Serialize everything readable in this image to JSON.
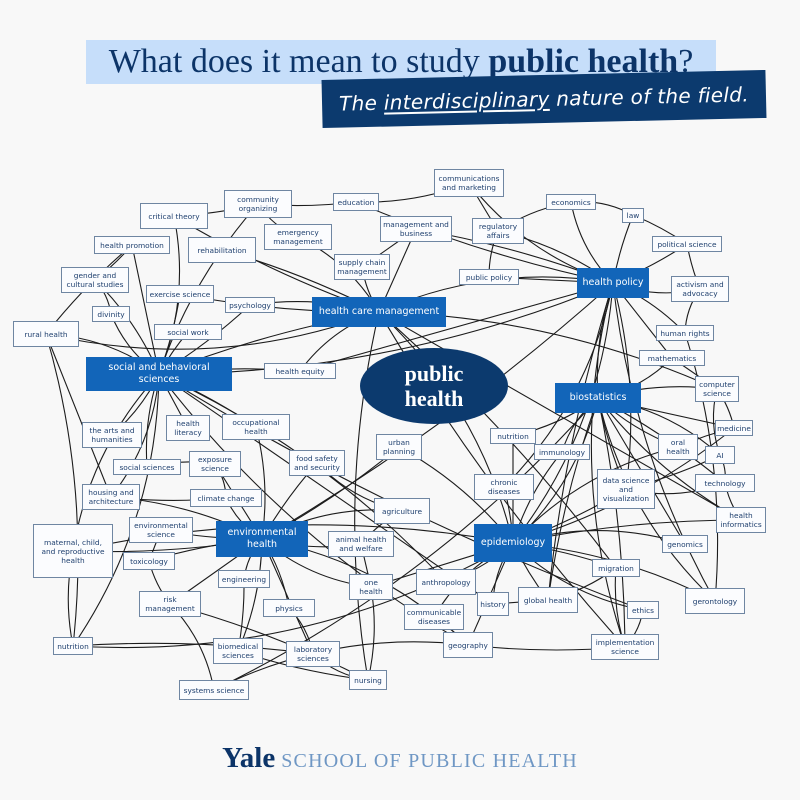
{
  "header": {
    "title_prefix": "What does it mean to study ",
    "title_bold": "public health",
    "title_suffix": "?",
    "subtitle_prefix": "The ",
    "subtitle_underlined": "interdisciplinary",
    "subtitle_suffix": " nature of the field."
  },
  "colors": {
    "title_band": "#c6defa",
    "navy": "#0c3a6e",
    "primary_node": "#1265b9",
    "node_border": "#6f86a2",
    "footer_school": "#6f97c4"
  },
  "diagram": {
    "center": {
      "id": "ph",
      "label": "public health"
    },
    "nodes": [
      {
        "id": "ct",
        "label": "critical theory"
      },
      {
        "id": "co",
        "label": "community organizing"
      },
      {
        "id": "ed",
        "label": "education"
      },
      {
        "id": "cm",
        "label": "communications and marketing"
      },
      {
        "id": "ec",
        "label": "economics"
      },
      {
        "id": "law",
        "label": "law"
      },
      {
        "id": "hpr",
        "label": "health promotion"
      },
      {
        "id": "reh",
        "label": "rehabilitation"
      },
      {
        "id": "em",
        "label": "emergency management"
      },
      {
        "id": "mb",
        "label": "management and business"
      },
      {
        "id": "ra",
        "label": "regulatory affairs"
      },
      {
        "id": "ps",
        "label": "political science"
      },
      {
        "id": "gcs",
        "label": "gender and cultural studies"
      },
      {
        "id": "scm",
        "label": "supply chain management"
      },
      {
        "id": "pp",
        "label": "public policy"
      },
      {
        "id": "hp",
        "label": "health policy",
        "primary": true
      },
      {
        "id": "aa",
        "label": "activism and advocacy"
      },
      {
        "id": "exs",
        "label": "exercise science"
      },
      {
        "id": "psy",
        "label": "psychology"
      },
      {
        "id": "div",
        "label": "divinity"
      },
      {
        "id": "hcm",
        "label": "health care management",
        "primary": true
      },
      {
        "id": "hr",
        "label": "human rights"
      },
      {
        "id": "rh",
        "label": "rural health"
      },
      {
        "id": "sw",
        "label": "social work"
      },
      {
        "id": "sbs",
        "label": "social and behavioral sciences",
        "primary": true
      },
      {
        "id": "he",
        "label": "health equity"
      },
      {
        "id": "math",
        "label": "mathematics"
      },
      {
        "id": "cs",
        "label": "computer science"
      },
      {
        "id": "bio",
        "label": "biostatistics",
        "primary": true
      },
      {
        "id": "med",
        "label": "medicine"
      },
      {
        "id": "ah",
        "label": "the arts and humanities"
      },
      {
        "id": "hl",
        "label": "health literacy"
      },
      {
        "id": "oh",
        "label": "occupational health"
      },
      {
        "id": "nut1",
        "label": "nutrition"
      },
      {
        "id": "up",
        "label": "urban planning"
      },
      {
        "id": "orh",
        "label": "oral health"
      },
      {
        "id": "ai",
        "label": "AI"
      },
      {
        "id": "imm",
        "label": "immunology"
      },
      {
        "id": "exp",
        "label": "exposure science"
      },
      {
        "id": "ss",
        "label": "social sciences"
      },
      {
        "id": "fss",
        "label": "food safety and security"
      },
      {
        "id": "cd",
        "label": "chronic diseases"
      },
      {
        "id": "dsv",
        "label": "data science and visualization"
      },
      {
        "id": "tech",
        "label": "technology"
      },
      {
        "id": "ha",
        "label": "housing and architecture"
      },
      {
        "id": "cc",
        "label": "climate change"
      },
      {
        "id": "agr",
        "label": "agriculture"
      },
      {
        "id": "hi",
        "label": "health informatics"
      },
      {
        "id": "ens",
        "label": "environmental science"
      },
      {
        "id": "eh",
        "label": "environmental health",
        "primary": true
      },
      {
        "id": "ahw",
        "label": "animal health and welfare"
      },
      {
        "id": "epi",
        "label": "epidemiology",
        "primary": true
      },
      {
        "id": "gen",
        "label": "genomics"
      },
      {
        "id": "mcr",
        "label": "maternal, child, and reproductive health"
      },
      {
        "id": "tox",
        "label": "toxicology"
      },
      {
        "id": "eng",
        "label": "engineering"
      },
      {
        "id": "oneh",
        "label": "one health"
      },
      {
        "id": "mig",
        "label": "migration"
      },
      {
        "id": "ant",
        "label": "anthropology"
      },
      {
        "id": "rm",
        "label": "risk management"
      },
      {
        "id": "phy",
        "label": "physics"
      },
      {
        "id": "his",
        "label": "history"
      },
      {
        "id": "gh",
        "label": "global health"
      },
      {
        "id": "eth",
        "label": "ethics"
      },
      {
        "id": "ger",
        "label": "gerontology"
      },
      {
        "id": "comd",
        "label": "communicable diseases"
      },
      {
        "id": "nut2",
        "label": "nutrition"
      },
      {
        "id": "bms",
        "label": "biomedical sciences"
      },
      {
        "id": "lab",
        "label": "laboratory sciences"
      },
      {
        "id": "geo",
        "label": "geography"
      },
      {
        "id": "imp",
        "label": "implementation science"
      },
      {
        "id": "nur",
        "label": "nursing"
      },
      {
        "id": "sys",
        "label": "systems science"
      }
    ],
    "edges": [
      [
        "hp",
        "ec"
      ],
      [
        "hp",
        "law"
      ],
      [
        "hp",
        "ps"
      ],
      [
        "hp",
        "aa"
      ],
      [
        "hp",
        "hr"
      ],
      [
        "hp",
        "pp"
      ],
      [
        "hp",
        "ra"
      ],
      [
        "hp",
        "cm"
      ],
      [
        "hp",
        "ed"
      ],
      [
        "hp",
        "mb"
      ],
      [
        "hp",
        "hcm"
      ],
      [
        "hp",
        "sbs"
      ],
      [
        "hp",
        "he"
      ],
      [
        "hp",
        "bio"
      ],
      [
        "hp",
        "epi"
      ],
      [
        "hp",
        "eh"
      ],
      [
        "hp",
        "gh"
      ],
      [
        "hp",
        "imp"
      ],
      [
        "hp",
        "dsv"
      ],
      [
        "hp",
        "math"
      ],
      [
        "hp",
        "ger"
      ],
      [
        "hp",
        "cd"
      ],
      [
        "hcm",
        "ct"
      ],
      [
        "hcm",
        "reh"
      ],
      [
        "hcm",
        "em"
      ],
      [
        "hcm",
        "scm"
      ],
      [
        "hcm",
        "mb"
      ],
      [
        "hcm",
        "psy"
      ],
      [
        "hcm",
        "rh"
      ],
      [
        "hcm",
        "exs"
      ],
      [
        "hcm",
        "sbs"
      ],
      [
        "hcm",
        "he"
      ],
      [
        "hcm",
        "cs"
      ],
      [
        "hcm",
        "hi"
      ],
      [
        "hcm",
        "nur"
      ],
      [
        "hcm",
        "epi"
      ],
      [
        "hcm",
        "mig"
      ],
      [
        "hcm",
        "imp"
      ],
      [
        "sbs",
        "ct"
      ],
      [
        "sbs",
        "co"
      ],
      [
        "sbs",
        "hpr"
      ],
      [
        "sbs",
        "gcs"
      ],
      [
        "sbs",
        "div"
      ],
      [
        "sbs",
        "sw"
      ],
      [
        "sbs",
        "psy"
      ],
      [
        "sbs",
        "rh"
      ],
      [
        "sbs",
        "ah"
      ],
      [
        "sbs",
        "hl"
      ],
      [
        "sbs",
        "ss"
      ],
      [
        "sbs",
        "ha"
      ],
      [
        "sbs",
        "he"
      ],
      [
        "sbs",
        "exs"
      ],
      [
        "sbs",
        "mcr"
      ],
      [
        "sbs",
        "ant"
      ],
      [
        "sbs",
        "his"
      ],
      [
        "sbs",
        "geo"
      ],
      [
        "sbs",
        "nut2"
      ],
      [
        "sbs",
        "oh"
      ],
      [
        "sbs",
        "eth"
      ],
      [
        "bio",
        "math"
      ],
      [
        "bio",
        "cs"
      ],
      [
        "bio",
        "med"
      ],
      [
        "bio",
        "orh"
      ],
      [
        "bio",
        "ai"
      ],
      [
        "bio",
        "tech"
      ],
      [
        "bio",
        "dsv"
      ],
      [
        "bio",
        "imm"
      ],
      [
        "bio",
        "nut1"
      ],
      [
        "bio",
        "gen"
      ],
      [
        "bio",
        "hi"
      ],
      [
        "bio",
        "epi"
      ],
      [
        "bio",
        "imp"
      ],
      [
        "bio",
        "gh"
      ],
      [
        "bio",
        "ger"
      ],
      [
        "bio",
        "sys"
      ],
      [
        "eh",
        "exp"
      ],
      [
        "eh",
        "oh"
      ],
      [
        "eh",
        "cc"
      ],
      [
        "eh",
        "ens"
      ],
      [
        "eh",
        "tox"
      ],
      [
        "eh",
        "eng"
      ],
      [
        "eh",
        "phy"
      ],
      [
        "eh",
        "rm"
      ],
      [
        "eh",
        "ahw"
      ],
      [
        "eh",
        "agr"
      ],
      [
        "eh",
        "fss"
      ],
      [
        "eh",
        "up"
      ],
      [
        "eh",
        "oneh"
      ],
      [
        "eh",
        "bms"
      ],
      [
        "eh",
        "lab"
      ],
      [
        "eh",
        "ha"
      ],
      [
        "eh",
        "geo"
      ],
      [
        "eh",
        "mcr"
      ],
      [
        "epi",
        "cd"
      ],
      [
        "epi",
        "comd"
      ],
      [
        "epi",
        "imm"
      ],
      [
        "epi",
        "nut1"
      ],
      [
        "epi",
        "up"
      ],
      [
        "epi",
        "gen"
      ],
      [
        "epi",
        "mig"
      ],
      [
        "epi",
        "gh"
      ],
      [
        "epi",
        "his"
      ],
      [
        "epi",
        "ant"
      ],
      [
        "epi",
        "oneh"
      ],
      [
        "epi",
        "med"
      ],
      [
        "epi",
        "orh"
      ],
      [
        "epi",
        "hi"
      ],
      [
        "epi",
        "dsv"
      ],
      [
        "epi",
        "eth"
      ],
      [
        "epi",
        "ger"
      ],
      [
        "epi",
        "geo"
      ],
      [
        "epi",
        "mcr"
      ],
      [
        "epi",
        "nut2"
      ],
      [
        "co",
        "ct"
      ],
      [
        "co",
        "ed"
      ],
      [
        "co",
        "em"
      ],
      [
        "cm",
        "ed"
      ],
      [
        "cm",
        "ra"
      ],
      [
        "ec",
        "ra"
      ],
      [
        "ec",
        "law"
      ],
      [
        "law",
        "ps"
      ],
      [
        "ps",
        "aa"
      ],
      [
        "aa",
        "hr"
      ],
      [
        "hr",
        "ger"
      ],
      [
        "mb",
        "scm"
      ],
      [
        "ra",
        "pp"
      ],
      [
        "gcs",
        "div"
      ],
      [
        "hpr",
        "gcs"
      ],
      [
        "hpr",
        "rh"
      ],
      [
        "cs",
        "ai"
      ],
      [
        "cs",
        "med"
      ],
      [
        "math",
        "cs"
      ],
      [
        "tech",
        "hi"
      ],
      [
        "ai",
        "tech"
      ],
      [
        "orh",
        "med"
      ],
      [
        "dsv",
        "ai"
      ],
      [
        "dsv",
        "tech"
      ],
      [
        "rh",
        "nut2"
      ],
      [
        "rh",
        "ha"
      ],
      [
        "mcr",
        "nut2"
      ],
      [
        "rm",
        "sys"
      ],
      [
        "rm",
        "nur"
      ],
      [
        "bms",
        "nur"
      ],
      [
        "lab",
        "nur"
      ],
      [
        "oneh",
        "nur"
      ],
      [
        "ahw",
        "oneh"
      ],
      [
        "agr",
        "ahw"
      ],
      [
        "agr",
        "fss"
      ],
      [
        "comd",
        "geo"
      ],
      [
        "geo",
        "imp"
      ],
      [
        "imp",
        "eth"
      ],
      [
        "imp",
        "mig"
      ],
      [
        "his",
        "gh"
      ],
      [
        "gh",
        "mig"
      ],
      [
        "sys",
        "geo"
      ],
      [
        "nut2",
        "lab"
      ],
      [
        "ha",
        "cc"
      ],
      [
        "cc",
        "exp"
      ],
      [
        "ss",
        "exp"
      ],
      [
        "ens",
        "tox"
      ],
      [
        "tox",
        "rm"
      ],
      [
        "phy",
        "lab"
      ],
      [
        "eng",
        "bms"
      ]
    ]
  },
  "footer": {
    "brand": "Yale",
    "school": "SCHOOL OF PUBLIC HEALTH"
  }
}
